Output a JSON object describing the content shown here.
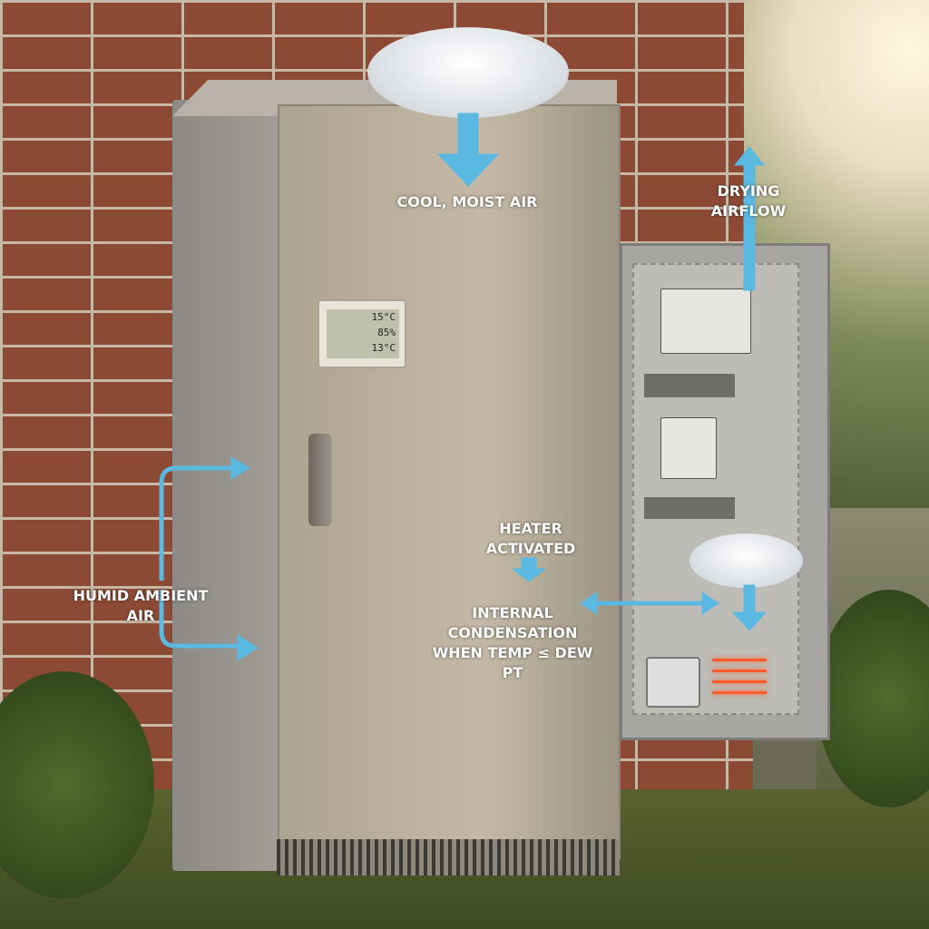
{
  "thermostat": {
    "temperature": "15°C",
    "humidity": "85%",
    "dew_point": "13°C"
  },
  "labels": {
    "cool_moist_air": "COOL, MOIST AIR",
    "drying_airflow": "DRYING\nAIRFLOW",
    "humid_ambient_air": "HUMID AMBIENT\nAIR",
    "heater_activated": "HEATER\nACTIVATED",
    "internal_condensation": "INTERNAL\nCONDENSATION\nWHEN TEMP ≤ DEW PT"
  },
  "colors": {
    "arrow": "#5bb8e0",
    "label": "#ffffff",
    "heater": "#ff5a2a"
  }
}
